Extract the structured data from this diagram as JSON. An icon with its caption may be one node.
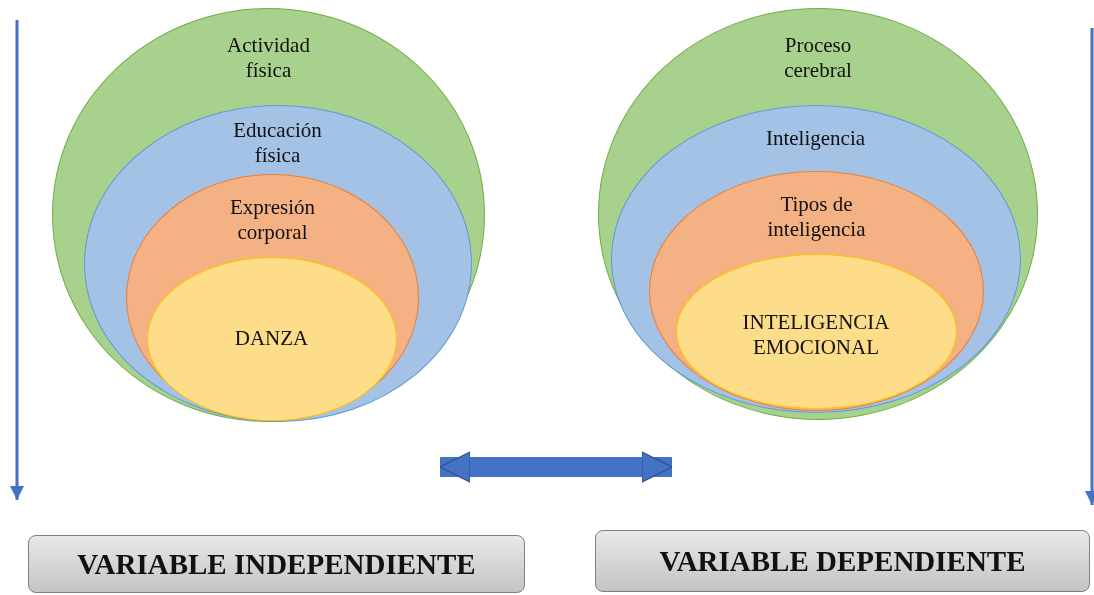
{
  "diagram": {
    "nodes": [
      {
        "text": [
          "Actividad física"
        ]
      },
      {
        "text": [
          "Educación física"
        ],
        "in": 0
      },
      {
        "text": [
          "Expresión corporal"
        ],
        "in": 1
      },
      {
        "text": [
          "DANZA"
        ],
        "in": 2
      },
      {
        "text": [
          "Proceso cerebral"
        ]
      },
      {
        "text": [
          "Inteligencia"
        ],
        "in": 4
      },
      {
        "text": [
          "Tipos de inteligencia"
        ],
        "in": 5
      },
      {
        "text": [
          "INTELIGENCIA EMOCIONAL"
        ],
        "in": 6
      },
      {
        "text": [
          "VARIABLE INDEPENDIENTE"
        ]
      },
      {
        "text": [
          "VARIABLE DEPENDIENTE"
        ]
      }
    ],
    "edges": [
      {
        "from": 0,
        "to": 4,
        "arrow": "both"
      }
    ]
  }
}
